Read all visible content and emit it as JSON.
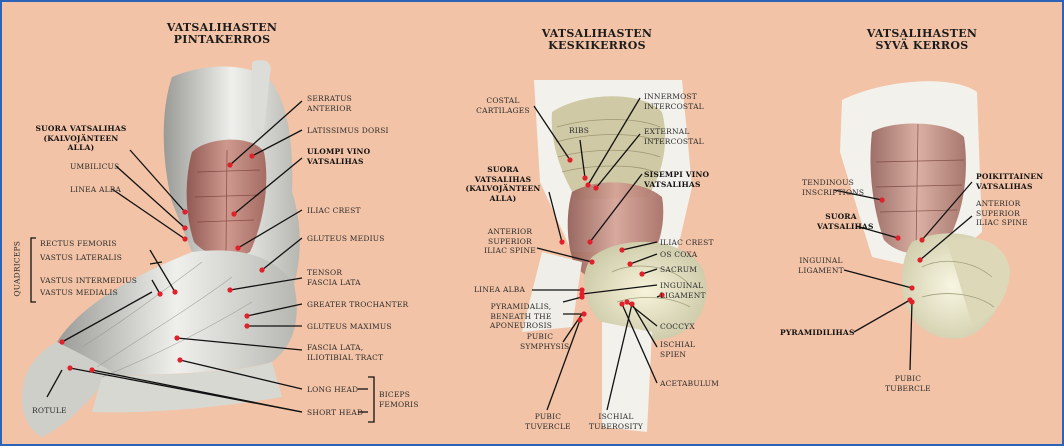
{
  "panels": [
    {
      "title_1": "VATSALIHASTEN",
      "title_2": "PINTAKERROS",
      "labels": {
        "serratus_1": "SERRATUS",
        "serratus_2": "ANTERIOR",
        "latissimus": "LATISSIMUS DORSI",
        "ulompi_1": "ULOMPI VINO",
        "ulompi_2": "VATSALIHAS",
        "iliac_crest": "ILIAC CREST",
        "gluteus_medius": "GLUTEUS MEDIUS",
        "tensor_1": "TENSOR",
        "tensor_2": "FASCIA LATA",
        "greater_trochanter": "GREATER TROCHANTER",
        "gluteus_maximus": "GLUTEUS MAXIMUS",
        "fascia_1": "FASCIA LATA,",
        "fascia_2": "ILIOTIBIAL TRACT",
        "long_head": "LONG HEAD",
        "short_head": "SHORT HEAD",
        "biceps_1": "BICEPS",
        "biceps_2": "FEMORIS",
        "suora_1": "SUORA VATSALIHAS",
        "suora_2": "(KALVOJÄNTEEN",
        "suora_3": "ALLA)",
        "umbilicus": "UMBILICUS",
        "linea_alba": "LINEA ALBA",
        "rectus_femoris": "RECTUS FEMORIS",
        "vastus_lateralis": "VASTUS LATERALIS",
        "vastus_intermedius": "VASTUS INTERMEDIUS",
        "vastus_medialis": "VASTUS MEDIALIS",
        "quadriceps": "QUADRICEPS",
        "rotule": "ROTULE"
      }
    },
    {
      "title_1": "VATSALIHASTEN",
      "title_2": "KESKIKERROS",
      "labels": {
        "costal_1": "COSTAL",
        "costal_2": "CARTILAGES",
        "ribs": "RIBS",
        "innermost_1": "INNERMOST",
        "innermost_2": "INTERCOSTAL",
        "external_1": "EXTERNAL",
        "external_2": "INTERCOSTAL",
        "suora_1": "SUORA",
        "suora_2": "VATSALIHAS",
        "suora_3": "(KALVOJÄNTEEN",
        "suora_4": "ALLA)",
        "sisempi_1": "SISEMPI VINO",
        "sisempi_2": "VATSALIHAS",
        "anterior_1": "ANTERIOR",
        "anterior_2": "SUPERIOR",
        "anterior_3": "ILIAC SPINE",
        "iliac_crest": "ILIAC CREST",
        "os_coxa": "OS COXA",
        "sacrum": "SACRUM",
        "linea_alba": "LINEA ALBA",
        "inguinal_1": "INGUINAL",
        "inguinal_2": "LIGAMENT",
        "pyramidalis_1": "PYRAMIDALIS,",
        "pyramidalis_2": "BENEATH THE",
        "pyramidalis_3": "APONEUROSIS",
        "coccyx": "COCCYX",
        "pubic_sym_1": "PUBIC",
        "pubic_sym_2": "SYMPHYSIS",
        "ischial_spine_1": "ISCHIAL",
        "ischial_spine_2": "SPIEN",
        "acetabulum": "ACETABULUM",
        "pubic_tub_1": "PUBIC",
        "pubic_tub_2": "TUVERCLE",
        "ischial_tub_1": "ISCHIAL",
        "ischial_tub_2": "TUBEROSITY"
      }
    },
    {
      "title_1": "VATSALIHASTEN",
      "title_2": "SYVÄ KERROS",
      "labels": {
        "tendinous_1": "TENDINOUS",
        "tendinous_2": "INSCRIPTIONS",
        "poikittainen_1": "POIKITTAINEN",
        "poikittainen_2": "VATSALIHAS",
        "suora_1": "SUORA",
        "suora_2": "VATSALIHAS",
        "anterior_1": "ANTERIOR",
        "anterior_2": "SUPERIOR",
        "anterior_3": "ILIAC SPINE",
        "inguinal_1": "INGUINAL",
        "inguinal_2": "LIGAMENT",
        "pyramidi": "PYRAMIDILIHAS",
        "pubic_1": "PUBIC",
        "pubic_2": "TUBERCLE"
      }
    }
  ],
  "colors": {
    "background": "#f2c3a6",
    "border": "#2a63b8",
    "leader": "#111111",
    "marker": "#e0202a",
    "muscle": "#b5625a",
    "bone": "#e9e6c8"
  }
}
